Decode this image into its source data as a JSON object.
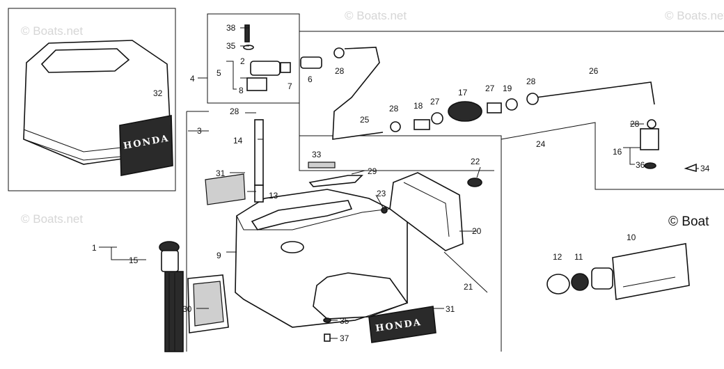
{
  "watermark": "© Boats.net",
  "copyright_text": "© Boat",
  "emblem_text": {
    "cover_plate": "HONDA",
    "tank_plate": "HONDA"
  },
  "parts": [
    {
      "ref": "1"
    },
    {
      "ref": "2"
    },
    {
      "ref": "3"
    },
    {
      "ref": "4"
    },
    {
      "ref": "5"
    },
    {
      "ref": "6"
    },
    {
      "ref": "7"
    },
    {
      "ref": "8"
    },
    {
      "ref": "9"
    },
    {
      "ref": "10"
    },
    {
      "ref": "11"
    },
    {
      "ref": "12"
    },
    {
      "ref": "13"
    },
    {
      "ref": "14"
    },
    {
      "ref": "15"
    },
    {
      "ref": "16"
    },
    {
      "ref": "17"
    },
    {
      "ref": "18"
    },
    {
      "ref": "19"
    },
    {
      "ref": "20"
    },
    {
      "ref": "21"
    },
    {
      "ref": "22"
    },
    {
      "ref": "23"
    },
    {
      "ref": "24"
    },
    {
      "ref": "25"
    },
    {
      "ref": "26"
    },
    {
      "ref": "27"
    },
    {
      "ref": "28"
    },
    {
      "ref": "29"
    },
    {
      "ref": "30"
    },
    {
      "ref": "31"
    },
    {
      "ref": "32"
    },
    {
      "ref": "33"
    },
    {
      "ref": "34"
    },
    {
      "ref": "35"
    },
    {
      "ref": "36"
    },
    {
      "ref": "37"
    },
    {
      "ref": "38"
    }
  ],
  "colors": {
    "line": "#111111",
    "watermark": "#d6d6d6",
    "background": "#ffffff"
  }
}
